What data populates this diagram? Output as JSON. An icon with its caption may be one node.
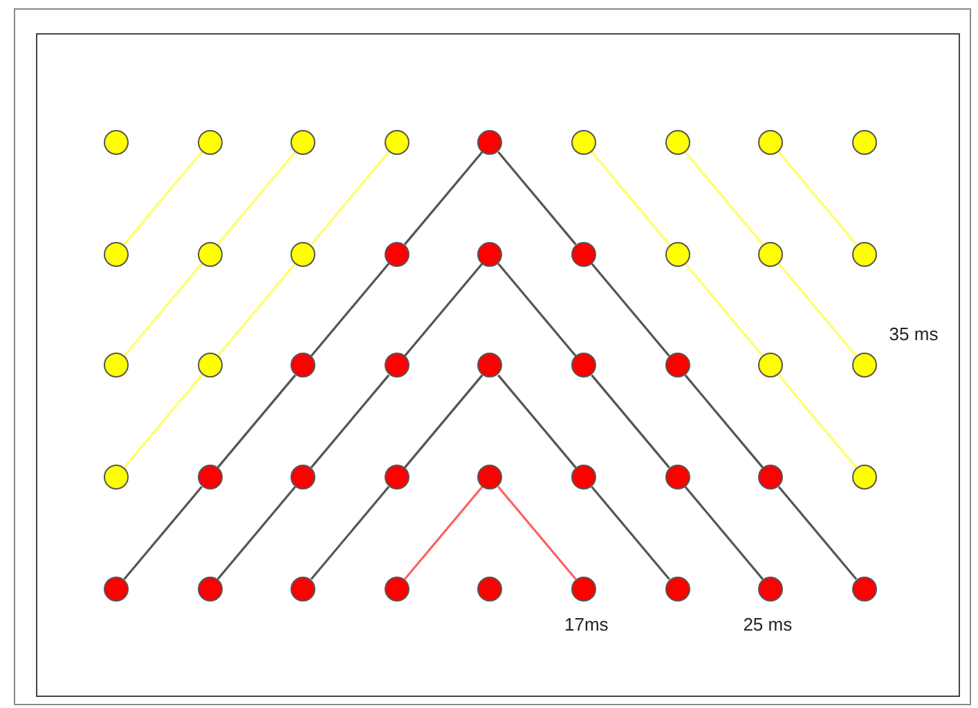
{
  "diagram": {
    "nodes": [
      {
        "text": [],
        "shape": "circle"
      },
      {
        "text": [],
        "shape": "circle"
      },
      {
        "text": [],
        "shape": "circle"
      },
      {
        "text": [],
        "shape": "circle"
      },
      {
        "text": [],
        "shape": "circle"
      },
      {
        "text": [],
        "shape": "circle"
      },
      {
        "text": [],
        "shape": "circle"
      },
      {
        "text": [],
        "shape": "circle"
      },
      {
        "text": [],
        "shape": "circle"
      },
      {
        "text": [],
        "shape": "circle"
      },
      {
        "text": [],
        "shape": "circle"
      },
      {
        "text": [],
        "shape": "circle"
      },
      {
        "text": [],
        "shape": "circle"
      },
      {
        "text": [],
        "shape": "circle"
      },
      {
        "text": [],
        "shape": "circle"
      },
      {
        "text": [],
        "shape": "circle"
      },
      {
        "text": [],
        "shape": "circle"
      },
      {
        "text": [],
        "shape": "circle"
      },
      {
        "text": [],
        "shape": "circle"
      },
      {
        "text": [],
        "shape": "circle"
      },
      {
        "text": [],
        "shape": "circle"
      },
      {
        "text": [],
        "shape": "circle"
      },
      {
        "text": [],
        "shape": "circle"
      },
      {
        "text": [],
        "shape": "circle"
      },
      {
        "text": [],
        "shape": "circle"
      },
      {
        "text": [],
        "shape": "circle"
      },
      {
        "text": [],
        "shape": "circle",
        "beside": [
          "35 ms"
        ]
      },
      {
        "text": [],
        "shape": "circle"
      },
      {
        "text": [],
        "shape": "circle"
      },
      {
        "text": [],
        "shape": "circle"
      },
      {
        "text": [],
        "shape": "circle"
      },
      {
        "text": [],
        "shape": "circle"
      },
      {
        "text": [],
        "shape": "circle"
      },
      {
        "text": [],
        "shape": "circle"
      },
      {
        "text": [],
        "shape": "circle"
      },
      {
        "text": [],
        "shape": "circle"
      },
      {
        "text": [],
        "shape": "circle"
      },
      {
        "text": [],
        "shape": "circle"
      },
      {
        "text": [],
        "shape": "circle"
      },
      {
        "text": [],
        "shape": "circle"
      },
      {
        "text": [],
        "shape": "circle"
      },
      {
        "text": [],
        "shape": "circle",
        "beside": [
          "17ms"
        ]
      },
      {
        "text": [],
        "shape": "circle"
      },
      {
        "text": [],
        "shape": "circle",
        "beside": [
          "25 ms"
        ]
      },
      {
        "text": [],
        "shape": "circle"
      }
    ],
    "edges": [
      {
        "from": 4,
        "to": 12,
        "arrow": "none"
      },
      {
        "from": 12,
        "to": 20,
        "arrow": "none"
      },
      {
        "from": 20,
        "to": 28,
        "arrow": "none"
      },
      {
        "from": 28,
        "to": 36,
        "arrow": "none"
      },
      {
        "from": 4,
        "to": 14,
        "arrow": "none"
      },
      {
        "from": 14,
        "to": 24,
        "arrow": "none"
      },
      {
        "from": 24,
        "to": 34,
        "arrow": "none"
      },
      {
        "from": 34,
        "to": 44,
        "arrow": "none"
      },
      {
        "from": 13,
        "to": 21,
        "arrow": "none"
      },
      {
        "from": 21,
        "to": 29,
        "arrow": "none"
      },
      {
        "from": 29,
        "to": 37,
        "arrow": "none"
      },
      {
        "from": 13,
        "to": 23,
        "arrow": "none"
      },
      {
        "from": 23,
        "to": 33,
        "arrow": "none"
      },
      {
        "from": 33,
        "to": 43,
        "arrow": "none"
      },
      {
        "from": 22,
        "to": 30,
        "arrow": "none"
      },
      {
        "from": 30,
        "to": 38,
        "arrow": "none"
      },
      {
        "from": 22,
        "to": 32,
        "arrow": "none"
      },
      {
        "from": 32,
        "to": 42,
        "arrow": "none"
      },
      {
        "from": 31,
        "to": 39,
        "arrow": "none",
        "color": "#ff6060"
      },
      {
        "from": 31,
        "to": 41,
        "arrow": "none",
        "color": "#ff6060"
      },
      {
        "from": 1,
        "to": 9,
        "arrow": "none",
        "color": "#ffff66"
      },
      {
        "from": 2,
        "to": 10,
        "arrow": "none",
        "color": "#ffff66"
      },
      {
        "from": 10,
        "to": 18,
        "arrow": "none",
        "color": "#ffff66"
      },
      {
        "from": 3,
        "to": 11,
        "arrow": "none",
        "color": "#ffff66"
      },
      {
        "from": 11,
        "to": 19,
        "arrow": "none",
        "color": "#ffff66"
      },
      {
        "from": 19,
        "to": 27,
        "arrow": "none",
        "color": "#ffff66"
      },
      {
        "from": 5,
        "to": 15,
        "arrow": "none",
        "color": "#ffff66"
      },
      {
        "from": 15,
        "to": 25,
        "arrow": "none",
        "color": "#ffff66"
      },
      {
        "from": 25,
        "to": 35,
        "arrow": "none",
        "color": "#ffff66"
      },
      {
        "from": 6,
        "to": 16,
        "arrow": "none",
        "color": "#ffff66"
      },
      {
        "from": 16,
        "to": 26,
        "arrow": "none",
        "color": "#ffff66"
      },
      {
        "from": 7,
        "to": 17,
        "arrow": "none",
        "color": "#ffff66"
      }
    ]
  }
}
